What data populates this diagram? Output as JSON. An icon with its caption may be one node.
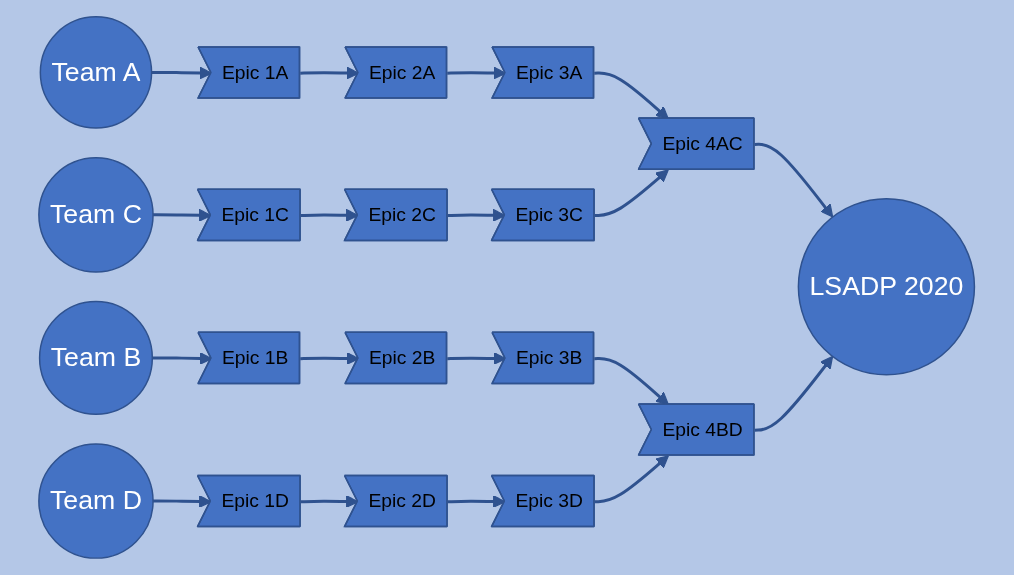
{
  "diagram": {
    "nodes": [
      {
        "text": [
          "Team A"
        ]
      },
      {
        "text": [
          "Epic 1A"
        ]
      },
      {
        "text": [
          "Epic 2A"
        ]
      },
      {
        "text": [
          "Epic 3A"
        ]
      },
      {
        "text": [
          "Team C"
        ]
      },
      {
        "text": [
          "Epic 1C"
        ]
      },
      {
        "text": [
          "Epic 2C"
        ]
      },
      {
        "text": [
          "Epic 3C"
        ]
      },
      {
        "text": [
          "Epic 4AC"
        ]
      },
      {
        "text": [
          "LSADP 2020"
        ]
      },
      {
        "text": [
          "Epic 4BD"
        ]
      },
      {
        "text": [
          "Epic 3B"
        ]
      },
      {
        "text": [
          "Epic 2B"
        ]
      },
      {
        "text": [
          "Epic 1B"
        ]
      },
      {
        "text": [
          "Team B"
        ]
      },
      {
        "text": [
          "Epic 3D"
        ]
      },
      {
        "text": [
          "Epic 2D"
        ]
      },
      {
        "text": [
          "Epic 1D"
        ]
      },
      {
        "text": [
          "Team D"
        ]
      }
    ],
    "edges": [
      {
        "from": 0,
        "to": 1,
        "arrow": "to"
      },
      {
        "from": 1,
        "to": 2,
        "arrow": "to"
      },
      {
        "from": 2,
        "to": 3,
        "arrow": "to"
      },
      {
        "from": 3,
        "to": 8,
        "arrow": "to"
      },
      {
        "from": 4,
        "to": 5,
        "arrow": "to"
      },
      {
        "from": 5,
        "to": 6,
        "arrow": "to"
      },
      {
        "from": 6,
        "to": 7,
        "arrow": "to"
      },
      {
        "from": 7,
        "to": 8,
        "arrow": "to"
      },
      {
        "from": 8,
        "to": 9,
        "arrow": "to"
      },
      {
        "from": 14,
        "to": 13,
        "arrow": "to"
      },
      {
        "from": 13,
        "to": 12,
        "arrow": "to"
      },
      {
        "from": 12,
        "to": 11,
        "arrow": "to"
      },
      {
        "from": 11,
        "to": 10,
        "arrow": "to"
      },
      {
        "from": 18,
        "to": 17,
        "arrow": "to"
      },
      {
        "from": 17,
        "to": 16,
        "arrow": "to"
      },
      {
        "from": 16,
        "to": 15,
        "arrow": "to"
      },
      {
        "from": 15,
        "to": 10,
        "arrow": "to"
      },
      {
        "from": 10,
        "to": 9,
        "arrow": "to"
      }
    ]
  }
}
